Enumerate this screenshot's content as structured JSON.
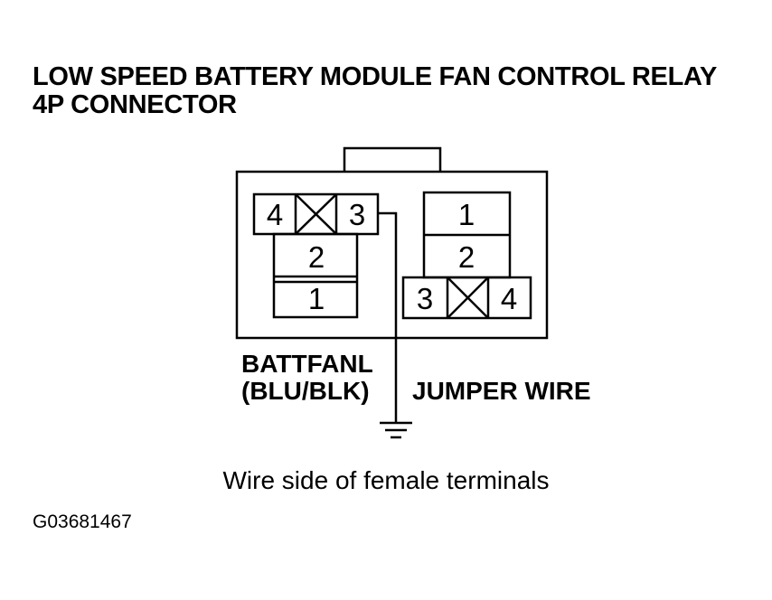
{
  "title": {
    "line1": "LOW SPEED BATTERY MODULE FAN CONTROL RELAY",
    "line2": "4P CONNECTOR"
  },
  "connector_left": {
    "pins": {
      "p4": "4",
      "p3": "3",
      "p2": "2",
      "p1": "1"
    }
  },
  "connector_right": {
    "pins": {
      "p1": "1",
      "p2": "2",
      "p3": "3",
      "p4": "4"
    }
  },
  "labels": {
    "wire_name": "BATTFANL",
    "wire_color": "(BLU/BLK)",
    "jumper": "JUMPER WIRE"
  },
  "caption": "Wire side of female terminals",
  "figure_code": "G03681467"
}
